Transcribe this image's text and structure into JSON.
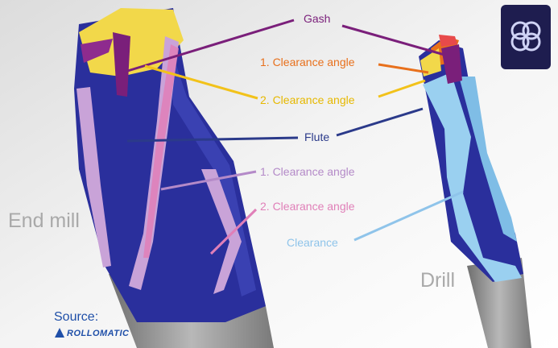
{
  "labels": {
    "gash": "Gash",
    "clearance_1_top": "1. Clearance angle",
    "clearance_2_top": "2. Clearance angle",
    "flute": "Flute",
    "clearance_1_mid": "1. Clearance angle",
    "clearance_2_mid": "2. Clearance angle",
    "clearance": "Clearance"
  },
  "tools": {
    "end_mill": "End mill",
    "drill": "Drill"
  },
  "source": {
    "label": "Source:",
    "brand": "ROLLOMATIC"
  },
  "colors": {
    "gash": "#7a1f7a",
    "clearance_1_orange": "#e8701c",
    "clearance_2_yellow": "#f2c21a",
    "flute": "#2b3a8a",
    "clearance_1_lilac": "#b48ac8",
    "clearance_2_pink": "#e07fb8",
    "clearance_lightblue": "#8fc4ea",
    "tool_blue": "#2a2f9c",
    "tool_light_blue": "#9ad0f0",
    "shank_gray": "#8f8f8f"
  },
  "icons": {
    "badge": "knot-emblem-icon"
  }
}
